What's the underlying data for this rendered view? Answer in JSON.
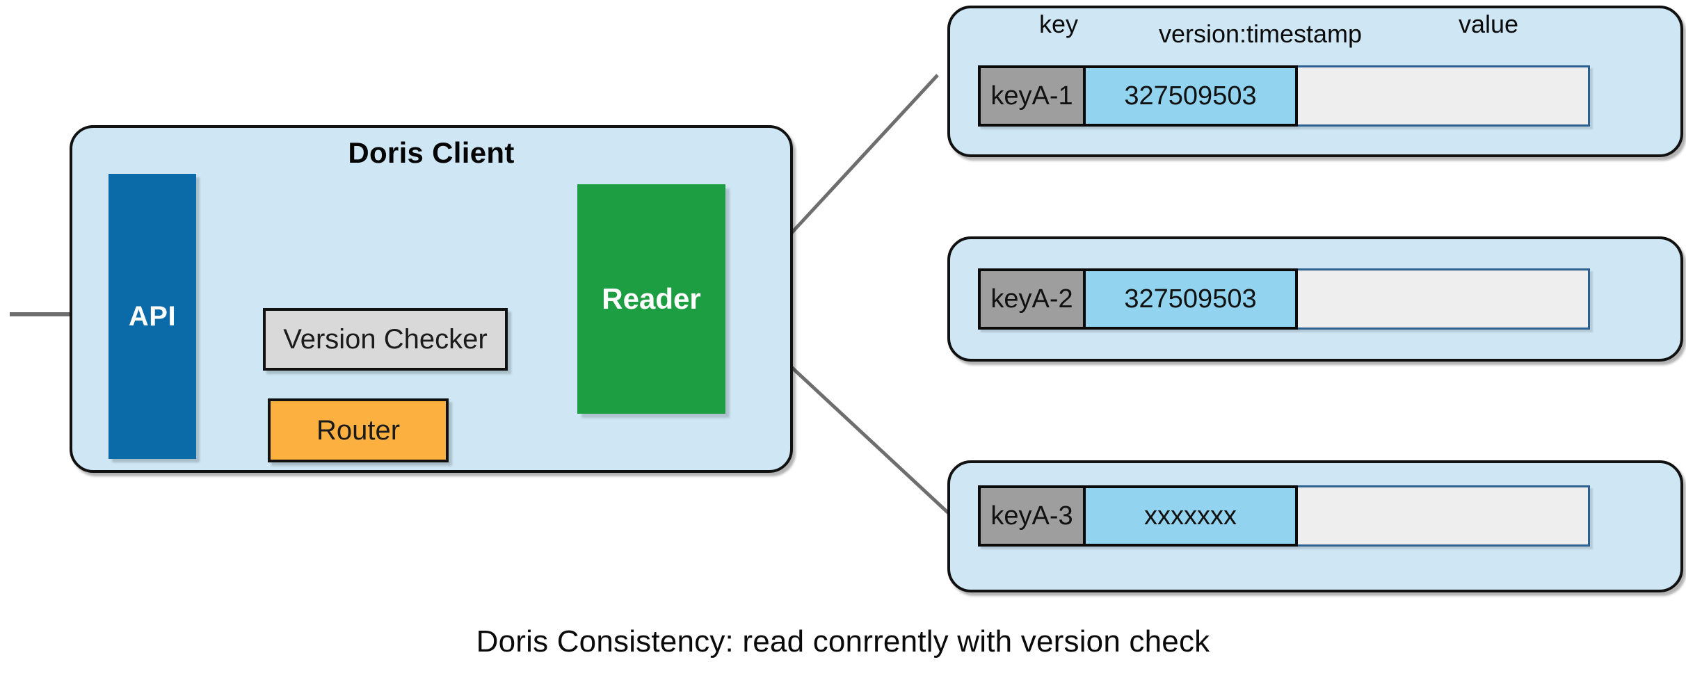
{
  "diagram": {
    "caption": "Doris Consistency:  read conrrently with  version check",
    "client": {
      "title": "Doris Client",
      "api_label": "API",
      "version_checker_label": "Version Checker",
      "router_label": "Router",
      "reader_label": "Reader"
    },
    "columns": {
      "key": "key",
      "version": "version:timestamp",
      "value": "value"
    },
    "records": [
      {
        "key": "keyA-1",
        "version": "327509503",
        "value": ""
      },
      {
        "key": "keyA-2",
        "version": "327509503",
        "value": ""
      },
      {
        "key": "keyA-3",
        "version": "xxxxxxx",
        "value": ""
      }
    ],
    "colors": {
      "panel_blue": "#cfe7f5",
      "api_blue": "#0b6ba8",
      "reader_green": "#1e9e42",
      "router_orange": "#fbb040",
      "checker_gray": "#d9d9d9",
      "key_cell_gray": "#9e9e9e",
      "version_cell_blue": "#92d3ef",
      "value_cell_gray": "#eeeeee",
      "black_edge": "#000000",
      "gray_edge": "#6e6e6e"
    }
  }
}
